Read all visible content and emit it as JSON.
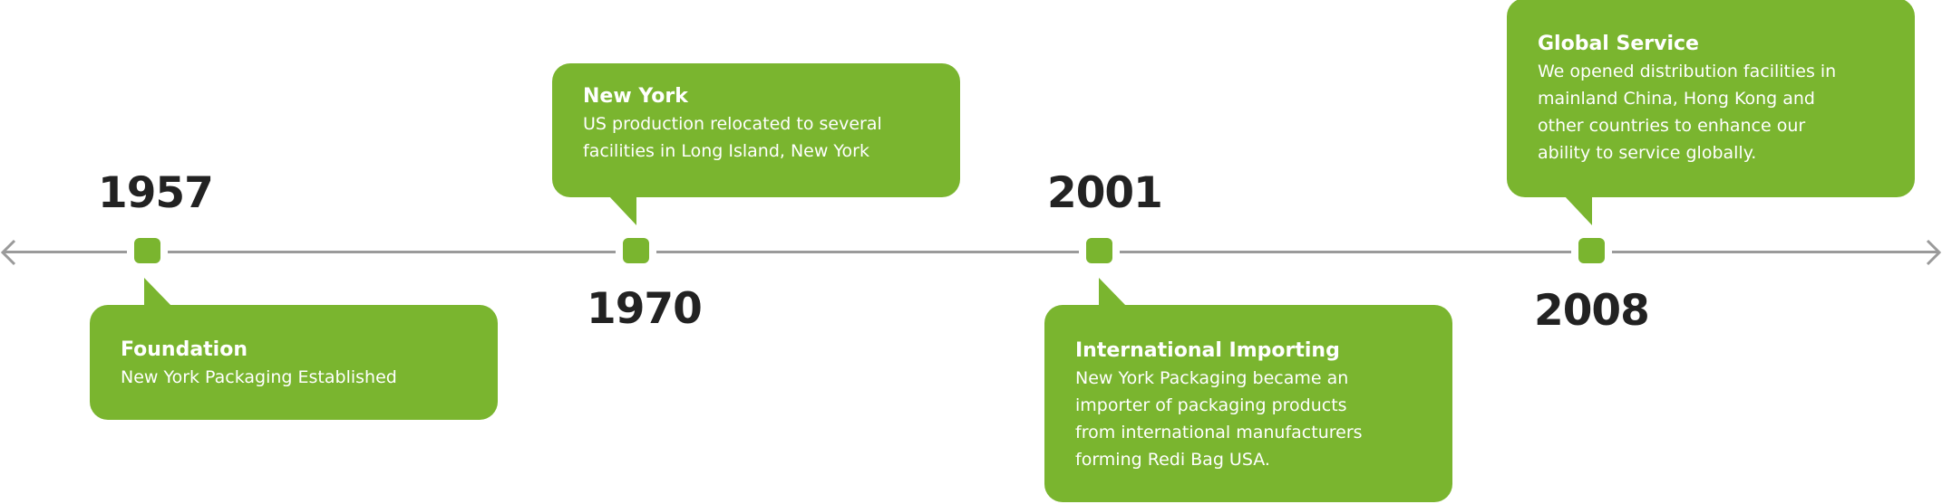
{
  "colors": {
    "accent": "#7AB52F",
    "axis": "#9A9A9A",
    "year_text": "#222222",
    "bubble_text": "#FFFFFF",
    "background": "#FFFFFF"
  },
  "timeline": {
    "left_arrow_icon": "arrow-left-icon",
    "right_arrow_icon": "arrow-right-icon",
    "events": [
      {
        "year": "1957",
        "title": "Foundation",
        "lines": [
          "New York Packaging Established"
        ]
      },
      {
        "year": "1970",
        "title": "New York",
        "lines": [
          "US production relocated to several",
          "facilities in Long Island, New York"
        ]
      },
      {
        "year": "2001",
        "title": "International Importing",
        "lines": [
          "New York Packaging became an",
          "importer of packaging products",
          "from international manufacturers",
          "forming Redi Bag USA."
        ]
      },
      {
        "year": "2008",
        "title": "Global Service",
        "lines": [
          "We opened distribution facilities in",
          "mainland China, Hong Kong and",
          "other countries to enhance our",
          "ability to service globally."
        ]
      }
    ]
  }
}
